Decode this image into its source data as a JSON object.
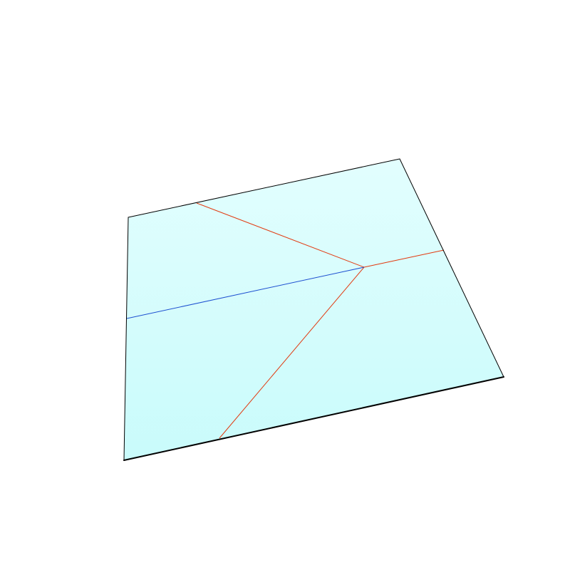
{
  "scene": {
    "background_color": "#ffffff",
    "sheet": {
      "fill_top": "#e2fefe",
      "fill_bottom": "#c9fbfb",
      "edge_color": "#000000"
    },
    "creases": [
      {
        "id": "mountain-1",
        "kind": "mountain",
        "color": "#e23a10"
      },
      {
        "id": "mountain-2",
        "kind": "mountain",
        "color": "#e23a10"
      },
      {
        "id": "mountain-3",
        "kind": "mountain",
        "color": "#e23a10"
      },
      {
        "id": "valley-1",
        "kind": "valley",
        "color": "#1d4fd0"
      }
    ]
  }
}
